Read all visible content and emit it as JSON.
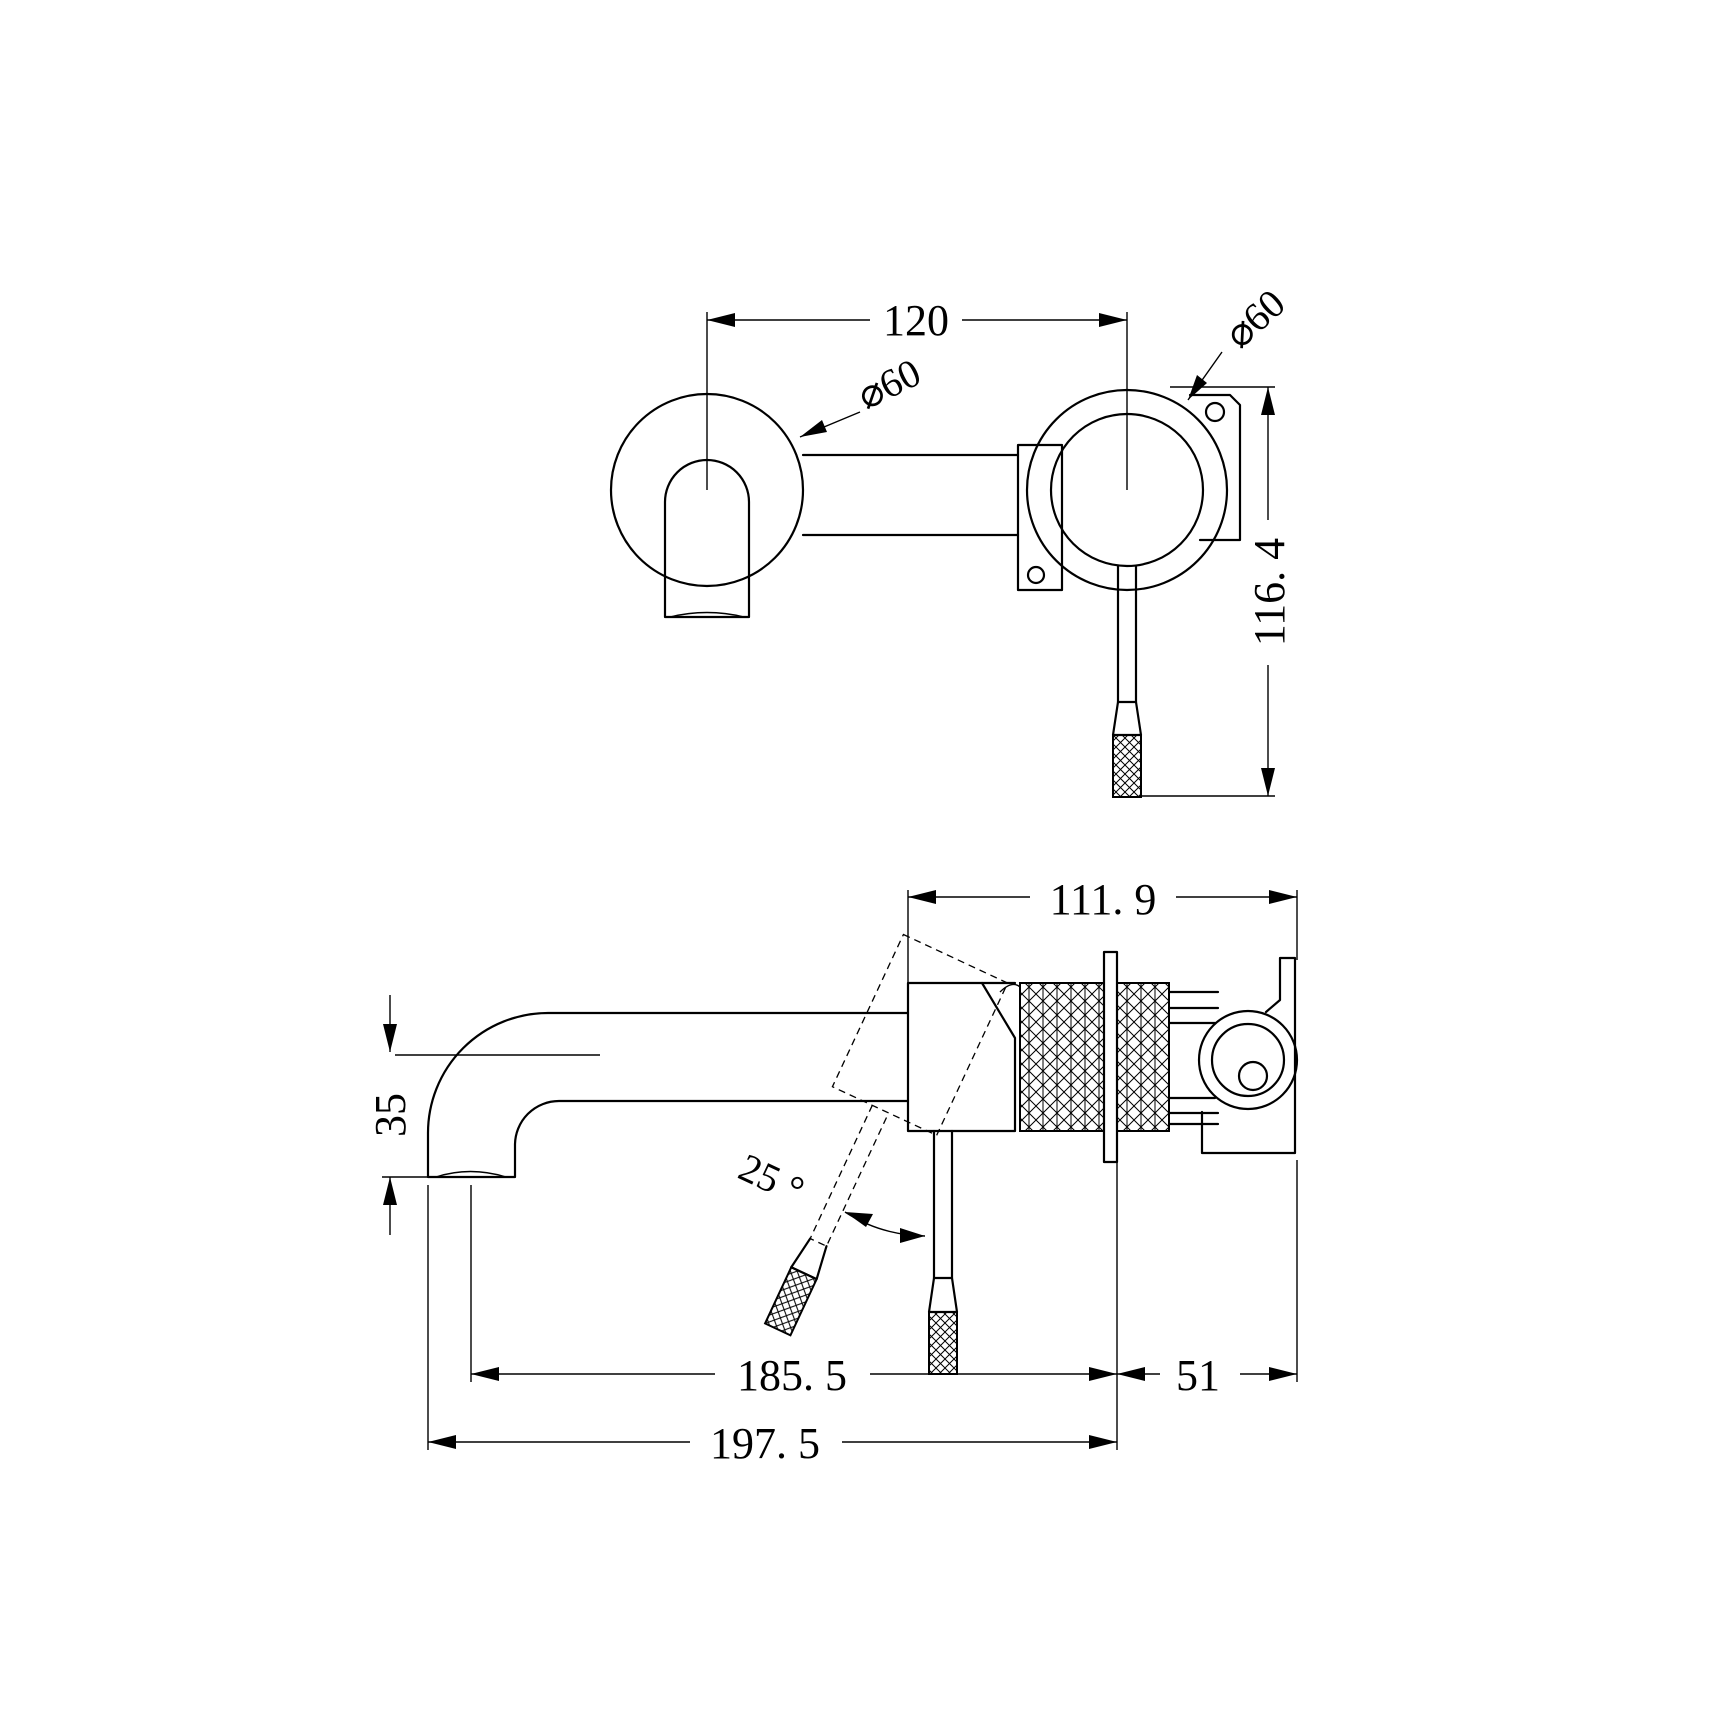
{
  "drawing": {
    "top_view": {
      "dim_spacing": "120",
      "dim_spout_plate": "⌀60",
      "dim_mixer_plate": "⌀60",
      "dim_height": "116. 4"
    },
    "side_view": {
      "dim_body_depth": "111. 9",
      "dim_spout_drop": "35",
      "dim_lever_angle": "25 °",
      "dim_spout_reach": "185. 5",
      "dim_wall_body": "51",
      "dim_total_length": "197. 5"
    },
    "colors": {
      "line": "#000000",
      "background": "#ffffff"
    }
  }
}
